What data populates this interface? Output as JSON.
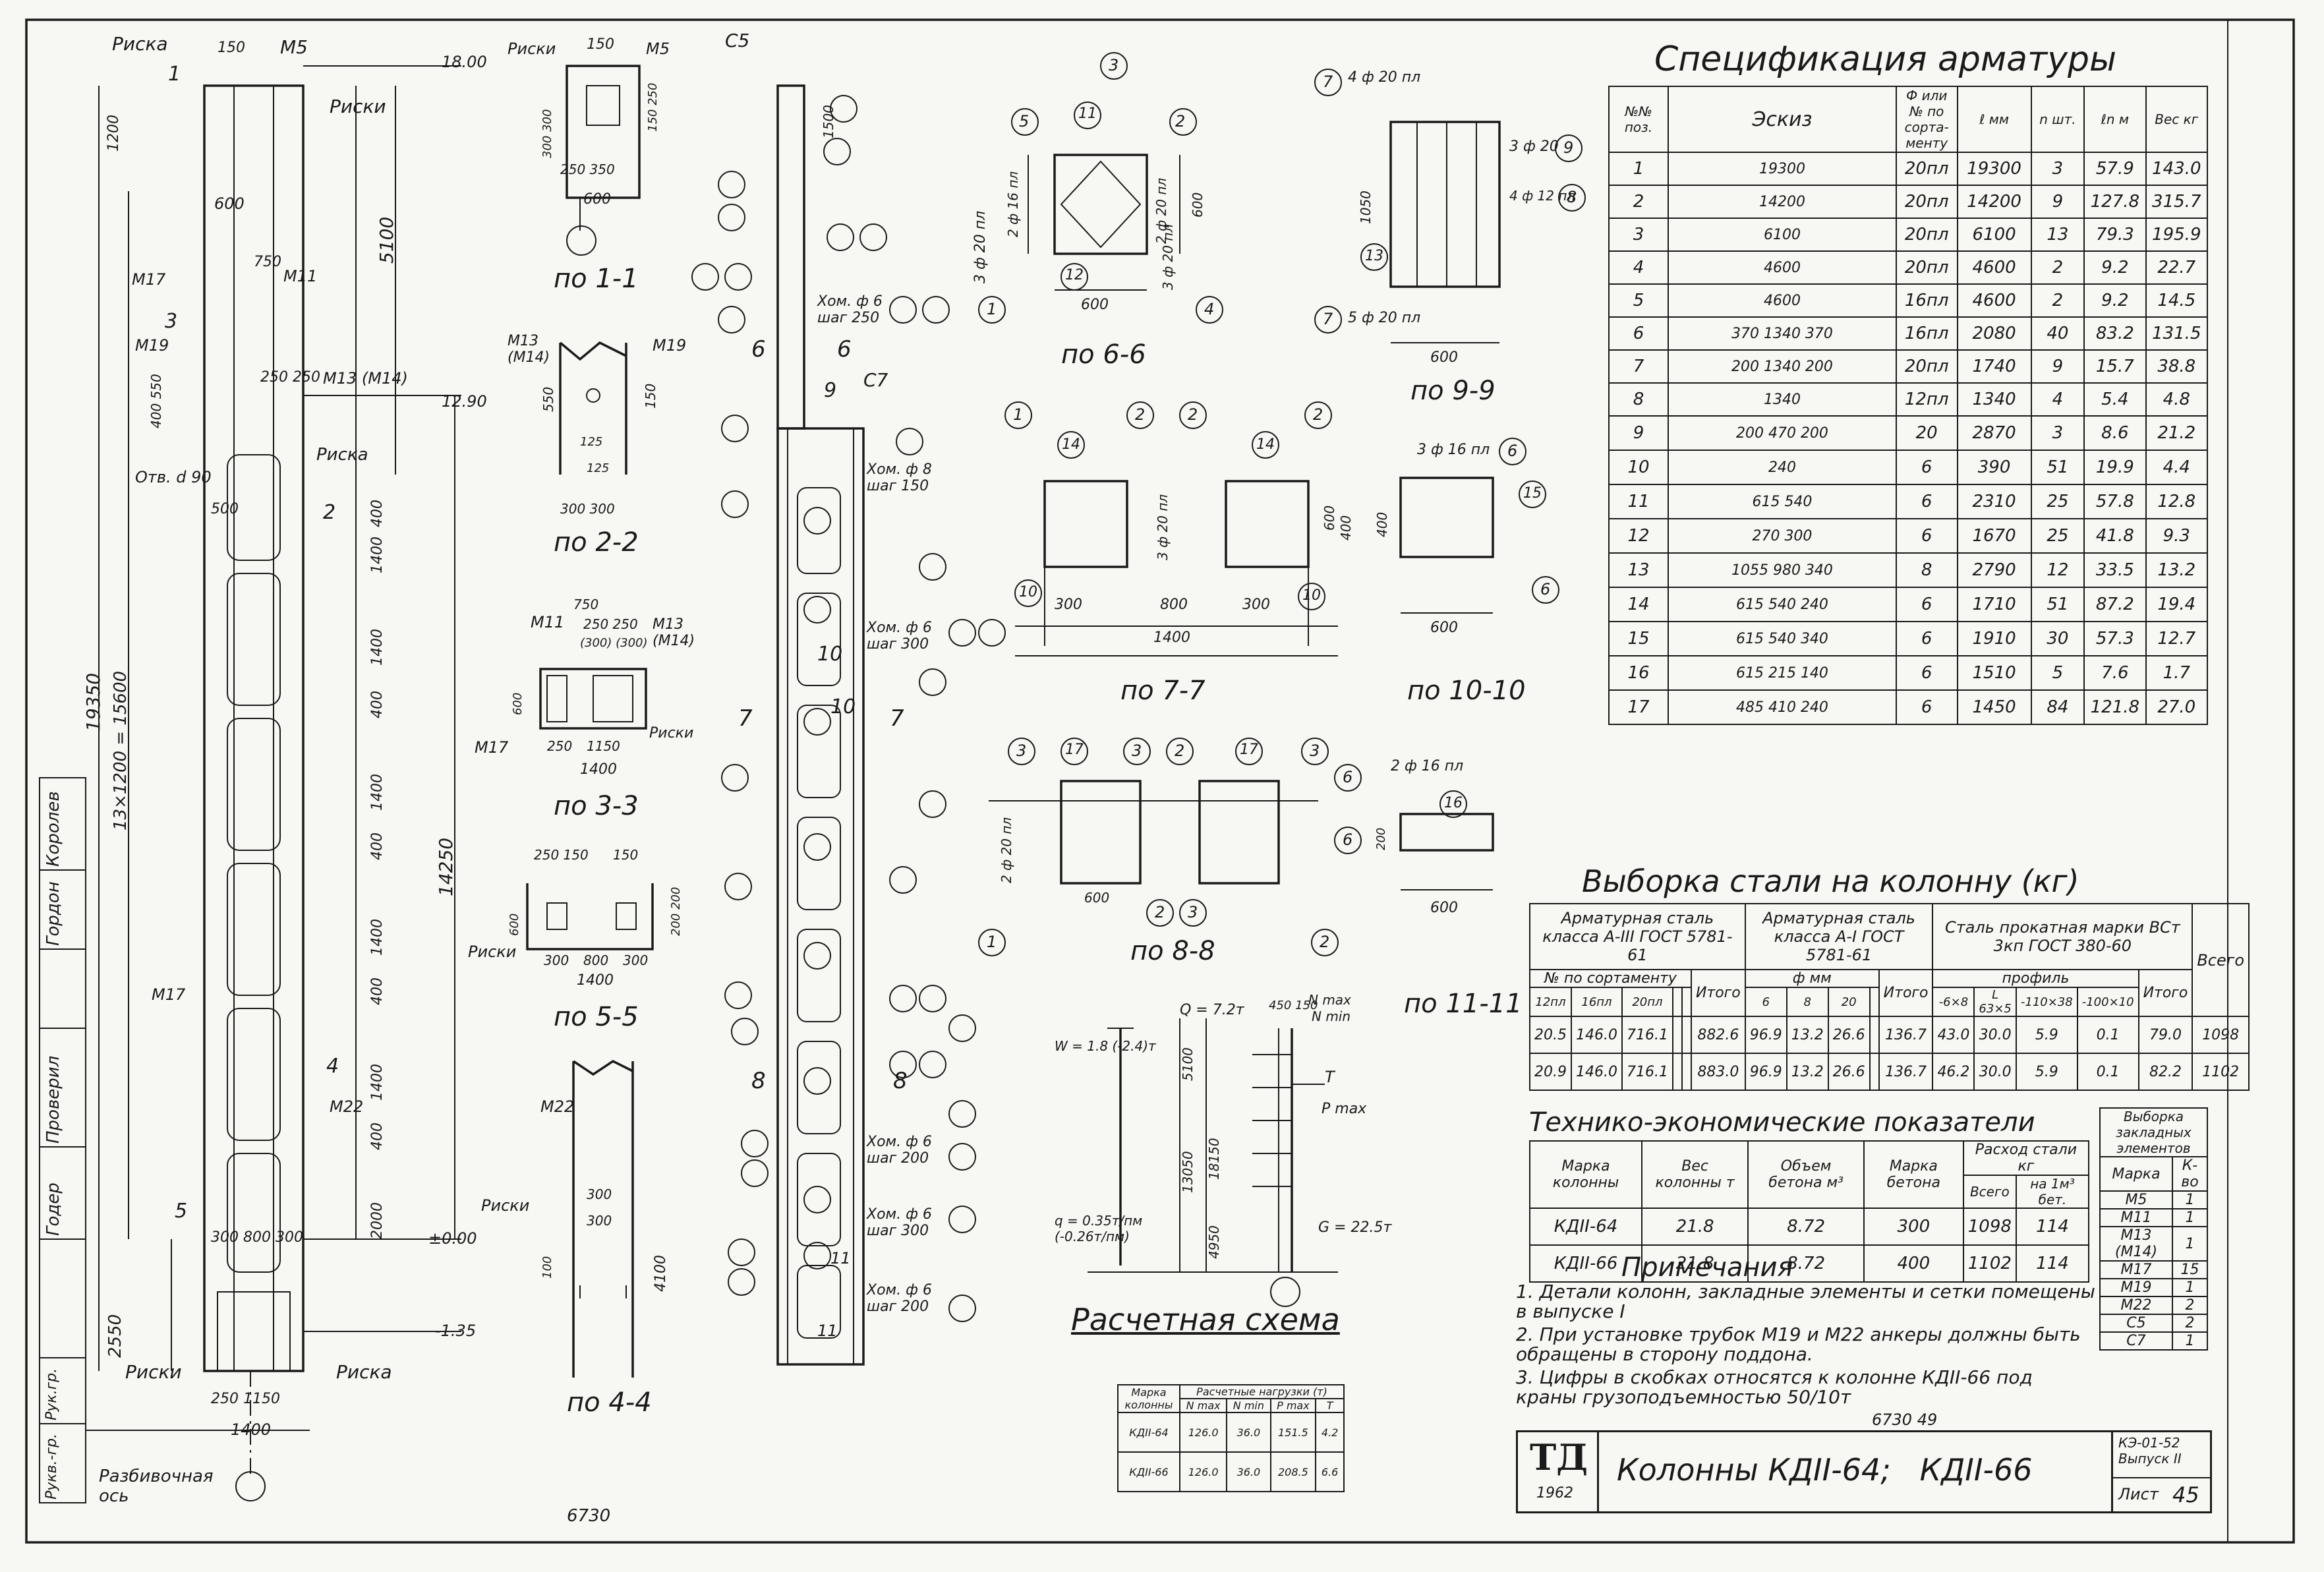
{
  "frame": {
    "left_stamp_cells": [
      "Королев",
      "Гордон",
      "Проверил",
      "Годер",
      "Рук.гр.",
      "Рукв.-гр."
    ]
  },
  "column": {
    "top_labels": [
      "Риска",
      "150",
      "М5",
      "Риски",
      "18.00",
      "С5"
    ],
    "heights": [
      "19350",
      "13×1200 = 15600",
      "14250",
      "5100",
      "1200",
      "2550"
    ],
    "mid_labels": [
      "М17",
      "750",
      "М11",
      "М19",
      "250 250",
      "М13 (М14)",
      "Риска",
      "12.90",
      "Отв. d 90",
      "500",
      "600",
      "400 550"
    ],
    "rows": [
      "1400",
      "400",
      "1400",
      "400",
      "1400",
      "400",
      "1400",
      "400",
      "1400",
      "400",
      "2000"
    ],
    "bottom_labels": [
      "±0.00",
      "-1.35",
      "Риски",
      "Риска",
      "250 1150",
      "1400",
      "Разбивочная ось",
      "6730",
      "300 800 300",
      "М22",
      "М17"
    ],
    "section_marks": [
      "1",
      "3",
      "2",
      "4",
      "5"
    ]
  },
  "sections": [
    {
      "title": "по 1-1",
      "labels": [
        "Риски",
        "150",
        "М5",
        "300 300",
        "250 350",
        "600",
        "150 250"
      ]
    },
    {
      "title": "по 2-2",
      "labels": [
        "М13 (М14)",
        "М19",
        "550",
        "150",
        "125",
        "125",
        "300 300"
      ]
    },
    {
      "title": "по 3-3",
      "labels": [
        "М11",
        "750",
        "250 250",
        "(300) (300)",
        "М13 (М14)",
        "600",
        "М17",
        "250",
        "1150",
        "1400",
        "Риски"
      ]
    },
    {
      "title": "по 5-5",
      "labels": [
        "250 150",
        "150",
        "600",
        "Риски",
        "300",
        "800",
        "300",
        "1400",
        "200 200"
      ]
    },
    {
      "title": "по 4-4",
      "labels": [
        "М22",
        "Риски",
        "300",
        "300",
        "100",
        "4100"
      ]
    },
    {
      "title": "по 6-6",
      "labels": [
        "3 ф 20 пл",
        "2 ф 16 пл",
        "2 ф 20 пл",
        "3 ф 20 пл",
        "600",
        "600"
      ],
      "marks": [
        "1",
        "2",
        "3",
        "4",
        "5",
        "11",
        "12"
      ]
    },
    {
      "title": "по 7-7",
      "labels": [
        "3 ф 20 пл",
        "300",
        "800",
        "300",
        "1400",
        "400",
        "600"
      ],
      "marks": [
        "1",
        "2",
        "2",
        "2",
        "14",
        "14",
        "10",
        "10"
      ]
    },
    {
      "title": "по 8-8",
      "labels": [
        "2 ф 20 пл",
        "600"
      ],
      "marks": [
        "3",
        "17",
        "3",
        "2",
        "17",
        "3",
        "1",
        "2",
        "3",
        "2"
      ]
    },
    {
      "title": "по 9-9",
      "labels": [
        "4 ф 20 пл",
        "3 ф 20",
        "4 ф 12 пл",
        "5 ф 20 пл",
        "1050",
        "600"
      ],
      "marks": [
        "7",
        "9",
        "8",
        "13",
        "7"
      ]
    },
    {
      "title": "по 10-10",
      "labels": [
        "3 ф 16 пл",
        "400",
        "600"
      ],
      "marks": [
        "6",
        "15",
        "6"
      ]
    },
    {
      "title": "по 11-11",
      "labels": [
        "2 ф 16 пл",
        "200",
        "600"
      ],
      "marks": [
        "6",
        "16",
        "6"
      ]
    }
  ],
  "elevation": {
    "labels": [
      "С5",
      "С7",
      "1500",
      "Хом. ф 6 шаг 250",
      "Хом. ф 8 шаг 150",
      "Хом. ф 6 шаг 300",
      "Хом. ф 6 шаг 200",
      "Хом. ф 6 шаг 300",
      "Хом. ф 6 шаг 200"
    ],
    "cuts": [
      "6",
      "6",
      "7",
      "7",
      "8",
      "8",
      "9",
      "10",
      "10",
      "11",
      "11"
    ]
  },
  "calc_scheme": {
    "title": "Расчетная схема",
    "labels": [
      "Q = 7.2т",
      "W = 1.8 (-2.4)т",
      "q = 0.35т/пм (-0.26т/пм)",
      "N max",
      "N min",
      "T",
      "P max",
      "G = 22.5т",
      "450 150",
      "5100",
      "13050",
      "18150",
      "4950"
    ],
    "loads_table": {
      "headers": [
        "Марка колонны",
        "N max",
        "N min",
        "P max",
        "T"
      ],
      "group_header": "Расчетные нагрузки (т)",
      "rows": [
        [
          "КДII-64",
          "126.0",
          "36.0",
          "151.5",
          "4.2"
        ],
        [
          "КДII-66",
          "126.0",
          "36.0",
          "208.5",
          "6.6"
        ]
      ]
    }
  },
  "spec": {
    "title": "Спецификация арматуры",
    "headers": [
      "№№ поз.",
      "Эскиз",
      "Ф или № по сорта- менту",
      "ℓ мм",
      "n шт.",
      "ℓn м",
      "Вес кг"
    ],
    "rows": [
      [
        "1",
        "19300",
        "20пл",
        "19300",
        "3",
        "57.9",
        "143.0"
      ],
      [
        "2",
        "14200",
        "20пл",
        "14200",
        "9",
        "127.8",
        "315.7"
      ],
      [
        "3",
        "6100",
        "20пл",
        "6100",
        "13",
        "79.3",
        "195.9"
      ],
      [
        "4",
        "4600",
        "20пл",
        "4600",
        "2",
        "9.2",
        "22.7"
      ],
      [
        "5",
        "4600",
        "16пл",
        "4600",
        "2",
        "9.2",
        "14.5"
      ],
      [
        "6",
        "370 1340 370",
        "16пл",
        "2080",
        "40",
        "83.2",
        "131.5"
      ],
      [
        "7",
        "200 1340 200",
        "20пл",
        "1740",
        "9",
        "15.7",
        "38.8"
      ],
      [
        "8",
        "1340",
        "12пл",
        "1340",
        "4",
        "5.4",
        "4.8"
      ],
      [
        "9",
        "200 470 200",
        "20",
        "2870",
        "3",
        "8.6",
        "21.2"
      ],
      [
        "10",
        "240",
        "6",
        "390",
        "51",
        "19.9",
        "4.4"
      ],
      [
        "11",
        "615 540",
        "6",
        "2310",
        "25",
        "57.8",
        "12.8"
      ],
      [
        "12",
        "270 300",
        "6",
        "1670",
        "25",
        "41.8",
        "9.3"
      ],
      [
        "13",
        "1055 980 340",
        "8",
        "2790",
        "12",
        "33.5",
        "13.2"
      ],
      [
        "14",
        "615 540 240",
        "6",
        "1710",
        "51",
        "87.2",
        "19.4"
      ],
      [
        "15",
        "615 540 340",
        "6",
        "1910",
        "30",
        "57.3",
        "12.7"
      ],
      [
        "16",
        "615 215 140",
        "6",
        "1510",
        "5",
        "7.6",
        "1.7"
      ],
      [
        "17",
        "485 410 240",
        "6",
        "1450",
        "84",
        "121.8",
        "27.0"
      ]
    ]
  },
  "steel": {
    "title": "Выборка стали на колонну (кг)",
    "group_a3": "Арматурная сталь класса А-III ГОСТ 5781-61",
    "group_a1": "Арматурная сталь класса А-I ГОСТ 5781-61",
    "group_rolled": "Сталь прокатная марки ВСт 3кп ГОСТ 380-60",
    "total_label": "Всего",
    "sub_a3": "№ по сортаменту",
    "sub_a1": "ф мм",
    "sub_rolled": "профиль",
    "col_headers": [
      "12пл",
      "16пл",
      "20пл",
      "",
      "",
      "Итого",
      "6",
      "8",
      "20",
      "",
      "Итого",
      "-6×8",
      "L 63×5",
      "-110×38",
      "-100×10",
      "Итого",
      ""
    ],
    "rows": [
      [
        "20.5",
        "146.0",
        "716.1",
        "",
        "",
        "882.6",
        "96.9",
        "13.2",
        "26.6",
        "",
        "136.7",
        "43.0",
        "30.0",
        "5.9",
        "0.1",
        "79.0",
        "1098"
      ],
      [
        "20.9",
        "146.0",
        "716.1",
        "",
        "",
        "883.0",
        "96.9",
        "13.2",
        "26.6",
        "",
        "136.7",
        "46.2",
        "30.0",
        "5.9",
        "0.1",
        "82.2",
        "1102"
      ]
    ]
  },
  "tech": {
    "title": "Технико-экономические показатели",
    "headers": [
      "Марка колонны",
      "Вес колонны т",
      "Объем бетона м³",
      "Марка бетона",
      "Расход стали кг"
    ],
    "sub_headers": [
      "Всего",
      "на 1м³ бет."
    ],
    "rows": [
      [
        "КДII-64",
        "21.8",
        "8.72",
        "300",
        "1098",
        "114"
      ],
      [
        "КДII-66",
        "21.8",
        "8.72",
        "400",
        "1102",
        "114"
      ]
    ]
  },
  "embedded": {
    "title": "Выборка закладных элементов",
    "headers": [
      "Марка",
      "К-во"
    ],
    "rows": [
      [
        "М5",
        "1"
      ],
      [
        "М11",
        "1"
      ],
      [
        "М13 (М14)",
        "1"
      ],
      [
        "М17",
        "15"
      ],
      [
        "М19",
        "1"
      ],
      [
        "М22",
        "2"
      ],
      [
        "С5",
        "2"
      ],
      [
        "С7",
        "1"
      ]
    ]
  },
  "notes": {
    "title": "Примечания",
    "items": [
      "1. Детали колонн, закладные элементы и сетки помещены в выпуске I",
      "2. При установке трубок М19 и М22 анкеры должны быть обращены в сторону поддона.",
      "3. Цифры в скобках относятся к колонне КДII-66 под краны грузоподъемностью 50/10т"
    ],
    "code": "6730 49"
  },
  "title_block": {
    "logo": "ТД",
    "year": "1962",
    "title": "Колонны КДII-64;   КДII-66",
    "series": "КЭ-01-52 Выпуск II",
    "sheet_label": "Лист",
    "sheet_no": "45"
  },
  "footer_code": "6730"
}
